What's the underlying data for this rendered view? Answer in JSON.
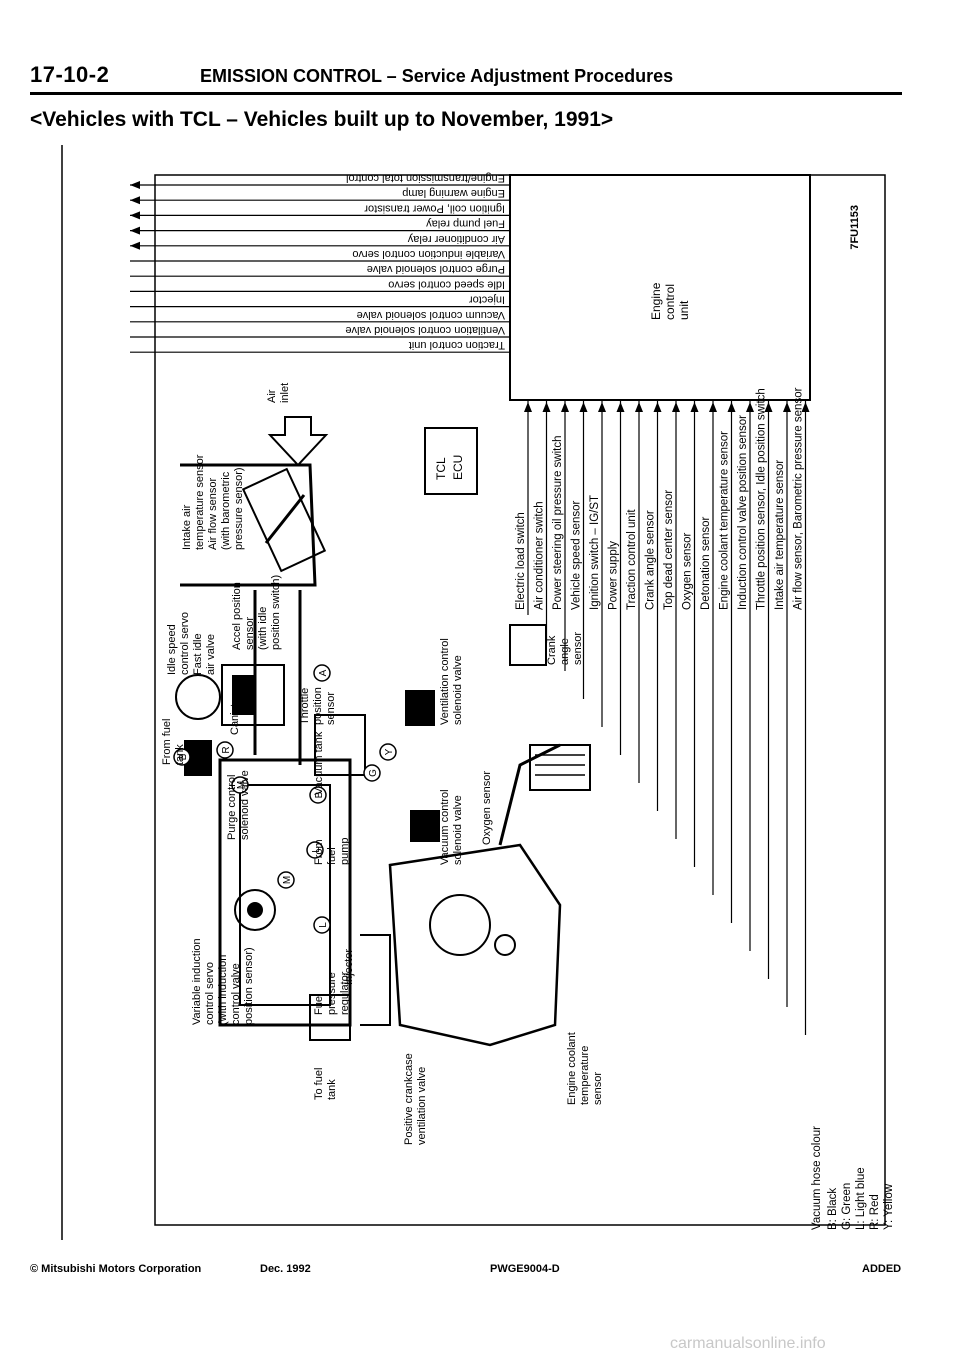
{
  "header": {
    "page_number": "17-10-2",
    "title": "EMISSION CONTROL – Service Adjustment Procedures",
    "subtitle": "<Vehicles with TCL – Vehicles built up to November, 1991>"
  },
  "diagram": {
    "figure_code": "7FU1153",
    "ecu_label": [
      "Engine",
      "control",
      "unit"
    ],
    "ecu_outputs": [
      "Engine/transmission total control",
      "Engine warning lamp",
      "Ignition coil, Power transistor",
      "Fuel pump relay",
      "Air conditioner relay",
      "Variable induction control servo",
      "Purge control solenoid valve",
      "Idle speed control servo",
      "Injector",
      "Vacuum control solenoid valve",
      "Ventilation control solenoid valve",
      "Traction control unit"
    ],
    "ecu_inputs": [
      "Electric load switch",
      "Air conditioner switch",
      "Power steering oil pressure switch",
      "Vehicle speed sensor",
      "Ignition switch – IG/ST",
      "Power supply",
      "Traction control unit",
      "Crank angle sensor",
      "Top dead center sensor",
      "Oxygen sensor",
      "Detonation sensor",
      "Engine coolant temperature sensor",
      "Induction control valve position sensor",
      "Throttle position sensor, Idle position switch",
      "Intake air temperature sensor",
      "Air flow sensor, Barometric pressure sensor"
    ],
    "tcl_ecu": [
      "TCL",
      "ECU"
    ],
    "component_labels": {
      "air_inlet": [
        "Air",
        "inlet"
      ],
      "intake_group": [
        "Intake air",
        "temperature sensor",
        "Air flow sensor",
        "(with barometric",
        "pressure sensor)"
      ],
      "isc_group": [
        "Idle speed",
        "control servo",
        "Fast idle",
        "air valve"
      ],
      "accel_group": [
        "Accel position",
        "sensor",
        "(with idle",
        "position switch)"
      ],
      "canister": "Canister",
      "from_fuel_tank": [
        "From fuel",
        "tank"
      ],
      "purge_valve": [
        "Purge control",
        "solenoid valve"
      ],
      "throttle_sensor": [
        "Throttle",
        "position",
        "sensor"
      ],
      "vacuum_tank": "Vacuum tank",
      "from_fuel_pump": [
        "From",
        "fuel",
        "pump"
      ],
      "injector": "Injector",
      "vacuum_valve": [
        "Vacuum control",
        "solenoid valve"
      ],
      "ventilation_valve": [
        "Ventilation control",
        "solenoid valve"
      ],
      "oxygen_sensor": "Oxygen sensor",
      "crank_sensor": [
        "Crank",
        "angle",
        "sensor"
      ],
      "variable_induction": [
        "Variable induction",
        "control servo",
        "(with induction",
        "control valve",
        "position sensor)"
      ],
      "fuel_regulator": [
        "Fuel",
        "pressure",
        "regulator"
      ],
      "to_fuel_tank": [
        "To fuel",
        "tank"
      ],
      "pcv_valve": [
        "Positive crankcase",
        "ventilation valve"
      ],
      "coolant_sensor": [
        "Engine coolant",
        "temperature",
        "sensor"
      ]
    },
    "hose_markers": [
      "B",
      "R",
      "M",
      "A",
      "Y",
      "G",
      "B",
      "L",
      "M",
      "L"
    ],
    "legend": {
      "title": "Vacuum hose colour",
      "items": [
        "B: Black",
        "G: Green",
        "L: Light blue",
        "R: Red",
        "Y: Yellow"
      ]
    }
  },
  "footer": {
    "copyright": "© Mitsubishi Motors Corporation",
    "date": "Dec. 1992",
    "code": "PWGE9004-D",
    "status": "ADDED"
  },
  "watermark": "carmanualsonline.info"
}
